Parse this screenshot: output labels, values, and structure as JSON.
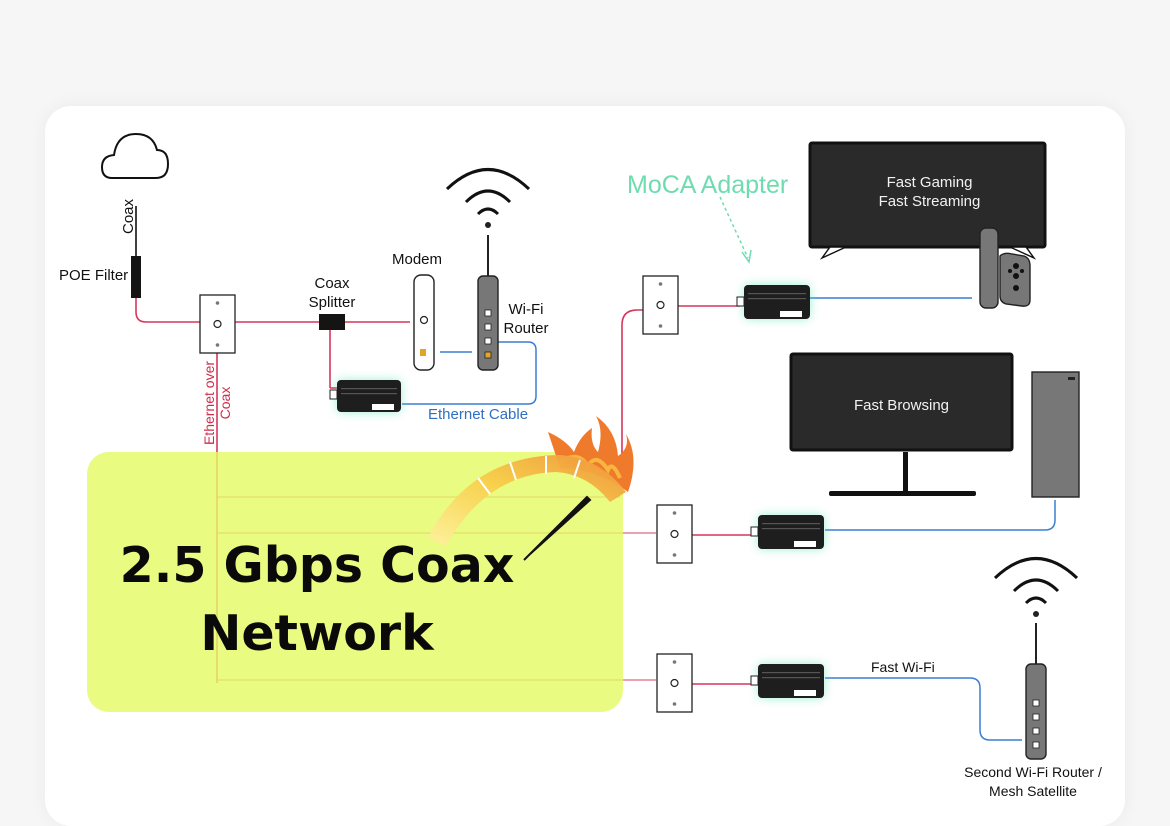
{
  "labels": {
    "coax": "Coax",
    "poe_filter": "POE Filter",
    "coax_splitter_line1": "Coax",
    "coax_splitter_line2": "Splitter",
    "modem": "Modem",
    "wifi_router_line1": "Wi-Fi",
    "wifi_router_line2": "Router",
    "ethernet_cable": "Ethernet Cable",
    "ethernet_over_coax_line1": "Ethernet over",
    "ethernet_over_coax_line2": "Coax",
    "moca_adapter": "MoCA Adapter",
    "tv_line1": "Fast Gaming",
    "tv_line2": "Fast Streaming",
    "monitor": "Fast Browsing",
    "fast_wifi": "Fast Wi-Fi",
    "mesh_line1": "Second Wi-Fi Router /",
    "mesh_line2": "Mesh Satellite"
  },
  "headline": {
    "line1": "2.5 Gbps Coax",
    "line2": "Network"
  },
  "colors": {
    "coax_line": "#d6375a",
    "ethernet_line": "#3a7fd0",
    "moca_label": "#6fdcb0",
    "banner": "#e4fa64",
    "device_dark": "#1e1e1e",
    "glow": "#4be3b0"
  }
}
